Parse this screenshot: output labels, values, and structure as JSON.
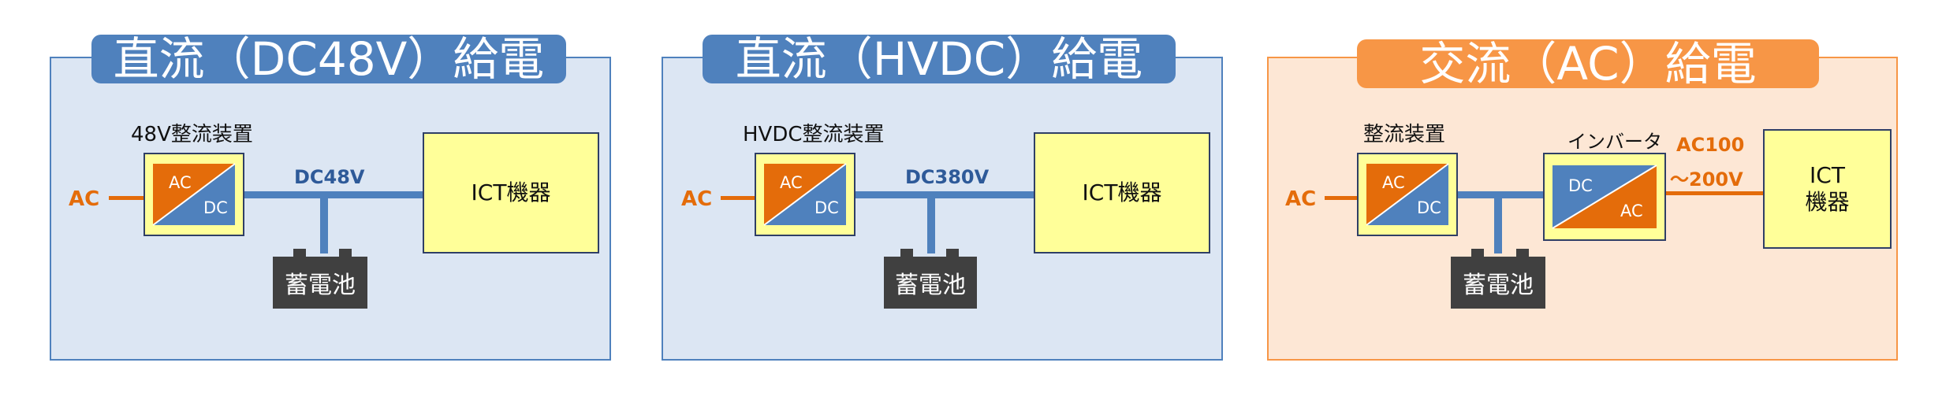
{
  "panels": [
    {
      "title": "直流（DC48V）給電",
      "rectifier_label": "48V整流装置",
      "input_label": "AC",
      "rectifier_in": "AC",
      "rectifier_out": "DC",
      "bus_label": "DC48V",
      "load_label": "ICT機器",
      "battery_label": "蓄電池"
    },
    {
      "title": "直流（HVDC）給電",
      "rectifier_label": "HVDC整流装置",
      "input_label": "AC",
      "rectifier_in": "AC",
      "rectifier_out": "DC",
      "bus_label": "DC380V",
      "load_label": "ICT機器",
      "battery_label": "蓄電池"
    },
    {
      "title": "交流（AC）給電",
      "rectifier_label": "整流装置",
      "input_label": "AC",
      "rectifier_in": "AC",
      "rectifier_out": "DC",
      "inverter_label": "インバータ",
      "inverter_in": "DC",
      "inverter_out": "AC",
      "output_label_line1": "AC100",
      "output_label_line2": "～200V",
      "load_label_line1": "ICT",
      "load_label_line2": "機器",
      "battery_label": "蓄電池"
    }
  ],
  "colors": {
    "dc_panel_fill": "#dce6f3",
    "dc_accent": "#4f81bd",
    "ac_panel_fill": "#fde7d5",
    "ac_accent": "#f79646",
    "ac_line": "#e46c0a",
    "device_fill": "#ffff99",
    "battery": "#404040"
  }
}
